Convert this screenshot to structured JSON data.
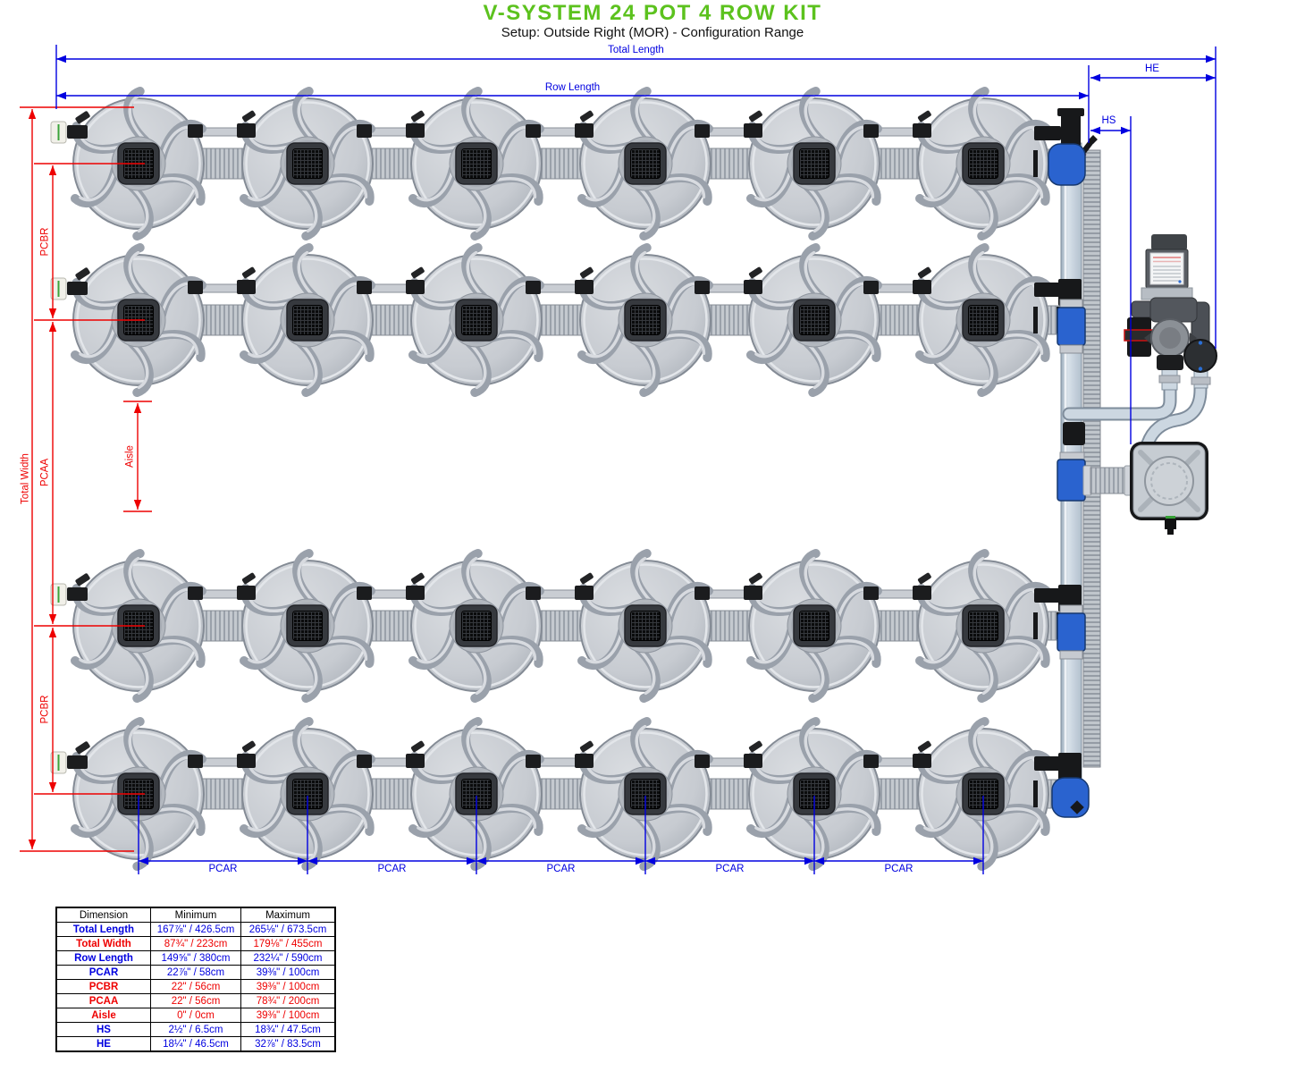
{
  "header": {
    "title": "V-SYSTEM 24 POT 4 ROW KIT",
    "subtitle": "Setup: Outside Right (MOR) - Configuration Range",
    "title_color": "#5cc21e"
  },
  "diagram": {
    "rows": 4,
    "pots_per_row": 6,
    "total_pots": 24,
    "labels": {
      "total_length": "Total Length",
      "row_length": "Row Length",
      "he": "HE",
      "hs": "HS",
      "total_width": "Total Width",
      "pcbr": "PCBR",
      "pcaa": "PCAA",
      "aisle": "Aisle",
      "pcar": "PCAR"
    },
    "colors": {
      "dimension_blue": "#0000e0",
      "dimension_red": "#ee0000"
    }
  },
  "table": {
    "headers": [
      "Dimension",
      "Minimum",
      "Maximum"
    ],
    "rows": [
      {
        "dimension": "Total Length",
        "minimum": "167⅞\" / 426.5cm",
        "maximum": "265⅛\" / 673.5cm",
        "color": "#0000e0"
      },
      {
        "dimension": "Total Width",
        "minimum": "87¾\" / 223cm",
        "maximum": "179⅛\" / 455cm",
        "color": "#ee0000"
      },
      {
        "dimension": "Row Length",
        "minimum": "149⅝\" / 380cm",
        "maximum": "232¼\" / 590cm",
        "color": "#0000e0"
      },
      {
        "dimension": "PCAR",
        "minimum": "22⅞\" / 58cm",
        "maximum": "39⅜\" / 100cm",
        "color": "#0000e0"
      },
      {
        "dimension": "PCBR",
        "minimum": "22\" / 56cm",
        "maximum": "39⅜\" / 100cm",
        "color": "#ee0000"
      },
      {
        "dimension": "PCAA",
        "minimum": "22\" / 56cm",
        "maximum": "78¾\" / 200cm",
        "color": "#ee0000"
      },
      {
        "dimension": "Aisle",
        "minimum": "0\" / 0cm",
        "maximum": "39⅜\" / 100cm",
        "color": "#ee0000"
      },
      {
        "dimension": "HS",
        "minimum": "2½\" / 6.5cm",
        "maximum": "18¾\" / 47.5cm",
        "color": "#0000e0"
      },
      {
        "dimension": "HE",
        "minimum": "18¼\" / 46.5cm",
        "maximum": "32⅞\" / 83.5cm",
        "color": "#0000e0"
      }
    ]
  }
}
